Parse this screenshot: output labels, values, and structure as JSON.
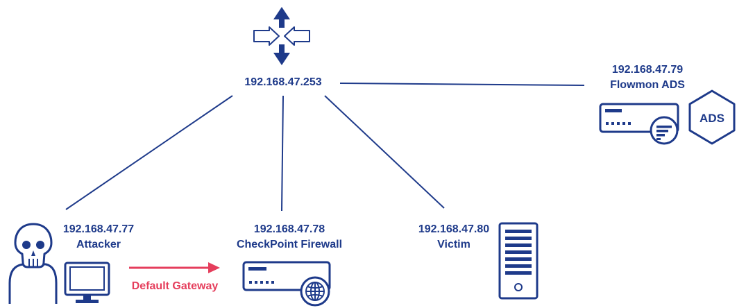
{
  "router": {
    "ip": "192.168.47.253",
    "icon": "router-icon"
  },
  "ads": {
    "ip": "192.168.47.79",
    "name": "Flowmon ADS",
    "badge": "ADS",
    "icon": "appliance-icon"
  },
  "attacker": {
    "ip": "192.168.47.77",
    "name": "Attacker",
    "icon": "skull-icon"
  },
  "firewall": {
    "ip": "192.168.47.78",
    "name": "CheckPoint Firewall",
    "icon": "firewall-appliance-icon"
  },
  "victim": {
    "ip": "192.168.47.80",
    "name": "Victim",
    "icon": "server-tower-icon"
  },
  "gateway_link": {
    "label": "Default Gateway"
  },
  "colors": {
    "primary": "#1e3a8a",
    "accent": "#e53e5c"
  }
}
